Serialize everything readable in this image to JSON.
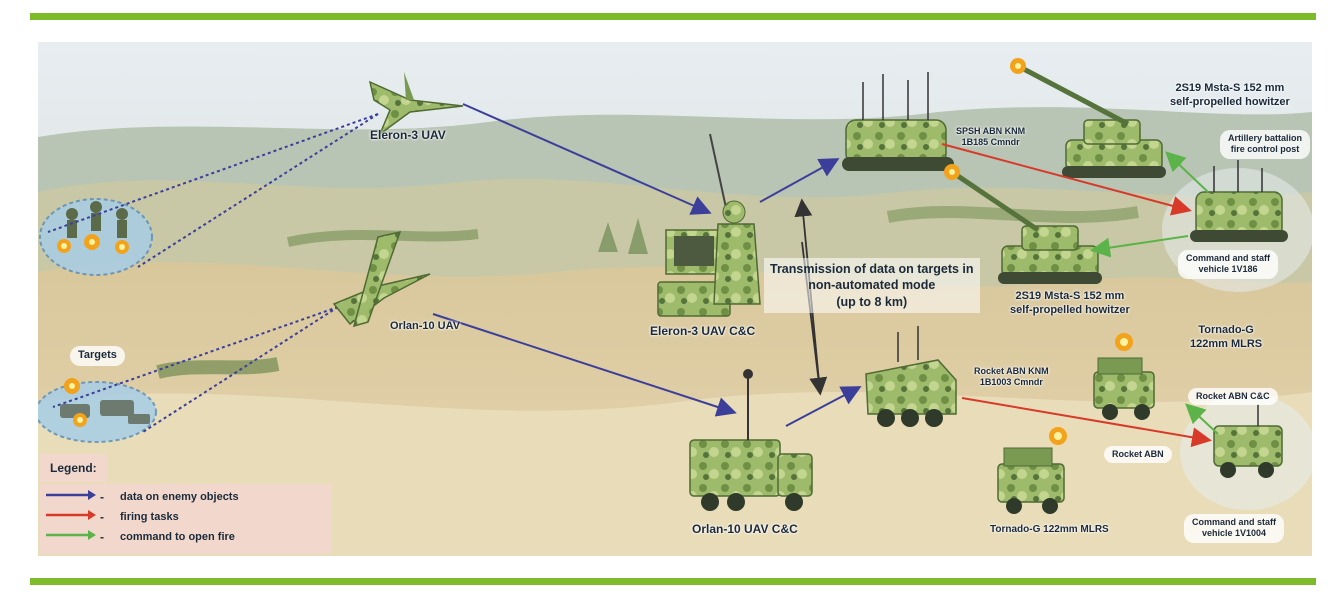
{
  "labels": {
    "eleron_uav": "Eleron-3 UAV",
    "orlan_uav": "Orlan-10 UAV",
    "targets": "Targets",
    "eleron_cc": "Eleron-3 UAV C&C",
    "orlan_cc": "Orlan-10 UAV C&C",
    "spsh_line1": "SPSH ABN KNM",
    "spsh_line2": "1B185 Cmndr",
    "msta_top_line1": "2S19 Msta-S 152 mm",
    "msta_top_line2": "self-propelled howitzer",
    "fire_control_line1": "Artillery battalion",
    "fire_control_line2": "fire control post",
    "msta_mid_line1": "2S19 Msta-S 152 mm",
    "msta_mid_line2": "self-propelled howitzer",
    "cmd_vehicle_1v186_line1": "Command and staff",
    "cmd_vehicle_1v186_line2": "vehicle 1V186",
    "transmission_line1": "Transmission of data on targets in",
    "transmission_line2": "non-automated mode",
    "transmission_line3": "(up to 8 km)",
    "rocket_knm_line1": "Rocket ABN KNM",
    "rocket_knm_line2": "1B1003 Cmndr",
    "tornado_right_line1": "Tornado-G",
    "tornado_right_line2": "122mm MLRS",
    "rocket_abn_cc": "Rocket ABN C&C",
    "rocket_abn": "Rocket ABN",
    "tornado_bottom": "Tornado-G 122mm MLRS",
    "cmd_vehicle_1v1004_line1": "Command and staff",
    "cmd_vehicle_1v1004_line2": "vehicle 1V1004"
  },
  "legend": {
    "title": "Legend:",
    "items": [
      {
        "text": "data on enemy objects",
        "color": "#3b3f9a"
      },
      {
        "text": "firing tasks",
        "color": "#d83a2a"
      },
      {
        "text": "command to open fire",
        "color": "#5cb34a"
      }
    ]
  },
  "colors": {
    "accent_bar": "#7dbb2a",
    "data_arrow": "#3b3f9a",
    "fire_arrow": "#d83a2a",
    "command_arrow": "#5cb34a",
    "camo_green": "#8fae5e",
    "sky": "#dce6ea",
    "hills": "#d8c49a"
  }
}
